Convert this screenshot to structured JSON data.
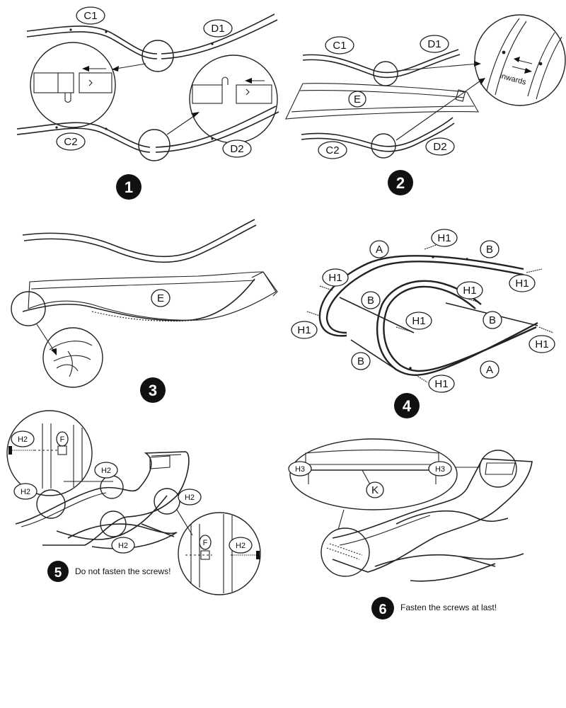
{
  "panels": [
    {
      "step": "1",
      "labels": {
        "c1": "C1",
        "d1": "D1",
        "c2": "C2",
        "d2": "D2"
      }
    },
    {
      "step": "2",
      "labels": {
        "c1": "C1",
        "d1": "D1",
        "e": "E",
        "c2": "C2",
        "d2": "D2"
      },
      "callout": "inwards"
    },
    {
      "step": "3",
      "labels": {
        "e": "E"
      }
    },
    {
      "step": "4",
      "labels": {
        "a": "A",
        "b": "B",
        "h1": "H1"
      }
    },
    {
      "step": "5",
      "labels": {
        "h2": "H2",
        "f": "F"
      },
      "note": "Do not fasten the screws!"
    },
    {
      "step": "6",
      "labels": {
        "h3": "H3",
        "k": "K"
      },
      "note": "Fasten the screws at last!"
    }
  ]
}
